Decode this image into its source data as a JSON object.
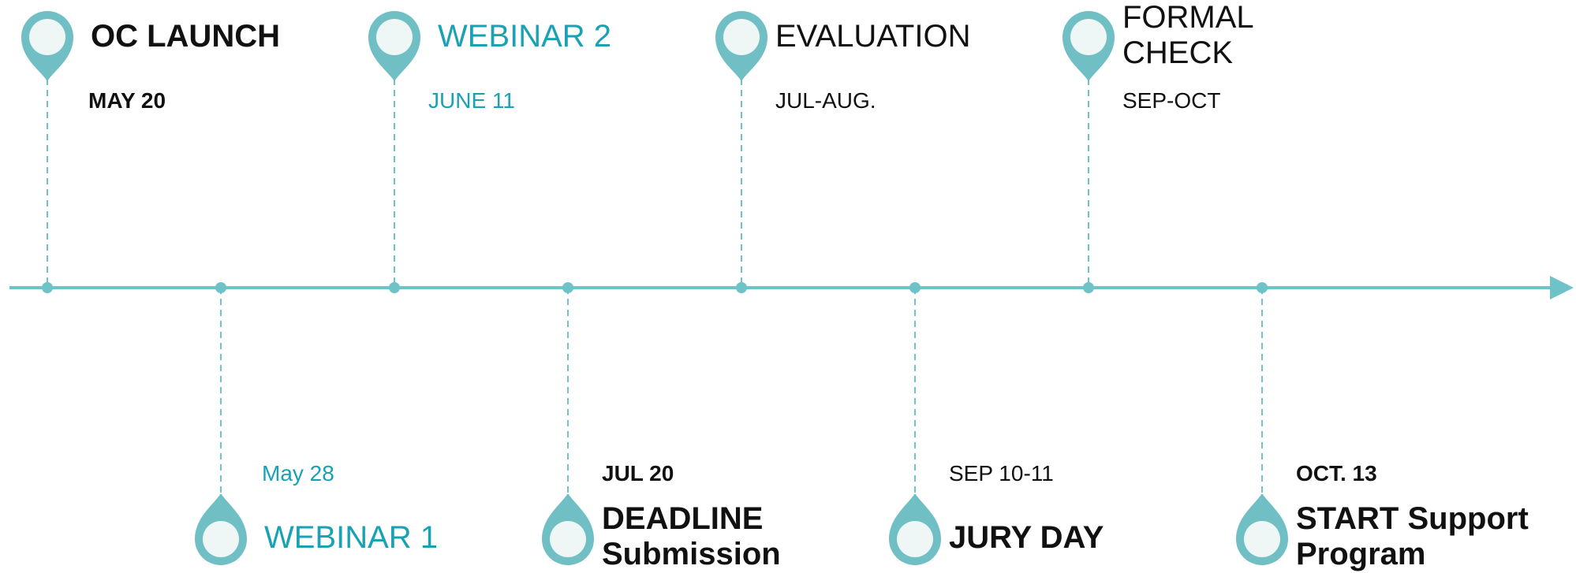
{
  "colors": {
    "line": "#6ec3c8",
    "pin_fill": "#70bfc4",
    "pin_inner": "#eef6f6",
    "accent_text": "#1aa1b3"
  },
  "milestones": [
    {
      "title": [
        "OC LAUNCH"
      ],
      "date": "MAY 20",
      "side": "top",
      "style": "bold"
    },
    {
      "title": [
        "WEBINAR 1"
      ],
      "date": "May 28",
      "side": "bottom",
      "style": "teal"
    },
    {
      "title": [
        "WEBINAR 2"
      ],
      "date": "JUNE 11",
      "side": "top",
      "style": "teal"
    },
    {
      "title": [
        "DEADLINE",
        "Submission"
      ],
      "date": "JUL 20",
      "side": "bottom",
      "style": "bold"
    },
    {
      "title": [
        "EVALUATION"
      ],
      "date": "JUL-AUG.",
      "side": "top",
      "style": "plain"
    },
    {
      "title": [
        "JURY DAY"
      ],
      "date": "SEP 10-11",
      "side": "bottom",
      "style": "bold-title"
    },
    {
      "title": [
        "FORMAL",
        "CHECK"
      ],
      "date": "SEP-OCT",
      "side": "top",
      "style": "plain"
    },
    {
      "title": [
        "START Support",
        "Program"
      ],
      "date": "OCT. 13",
      "side": "bottom",
      "style": "bold"
    }
  ]
}
